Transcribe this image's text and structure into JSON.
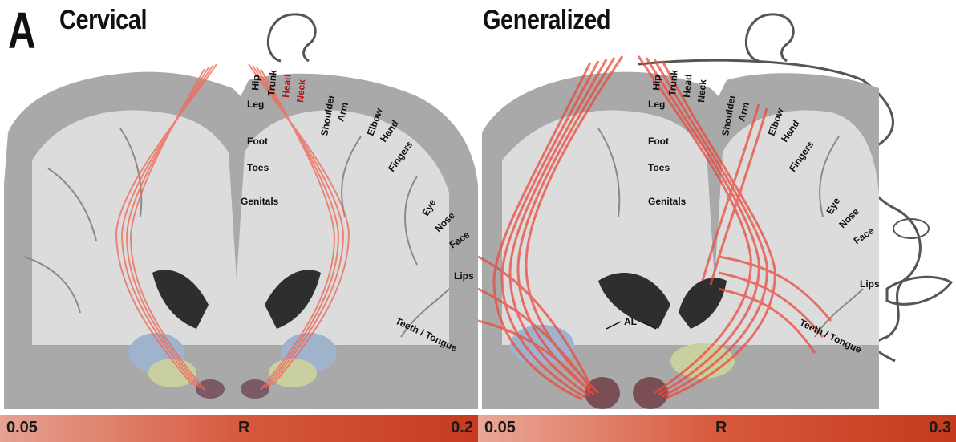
{
  "panel_letter": "A",
  "left": {
    "title": "Cervical",
    "labels": {
      "hip": "Hip",
      "trunk": "Trunk",
      "head": "Head",
      "neck": "Neck",
      "leg": "Leg",
      "shoulder": "Shoulder",
      "arm": "Arm",
      "elbow": "Elbow",
      "hand": "Hand",
      "foot": "Foot",
      "fingers": "Fingers",
      "toes": "Toes",
      "genitals": "Genitals",
      "eye": "Eye",
      "nose": "Nose",
      "face": "Face",
      "lips": "Lips",
      "teeth": "Teeth / Tongue"
    },
    "colorbar": {
      "min": "0.05",
      "label": "R",
      "max": "0.2"
    }
  },
  "right": {
    "title": "Generalized",
    "labels": {
      "hip": "Hip",
      "trunk": "Trunk",
      "head": "Head",
      "neck": "Neck",
      "leg": "Leg",
      "shoulder": "Shoulder",
      "arm": "Arm",
      "elbow": "Elbow",
      "hand": "Hand",
      "foot": "Foot",
      "fingers": "Fingers",
      "toes": "Toes",
      "genitals": "Genitals",
      "eye": "Eye",
      "nose": "Nose",
      "face": "Face",
      "lips": "Lips",
      "teeth": "Teeth / Tongue",
      "al": "AL"
    },
    "colorbar": {
      "min": "0.05",
      "label": "R",
      "max": "0.3"
    }
  },
  "colors": {
    "tract": "#e8584a",
    "tract_light": "#f5a59a",
    "gray_matter": "#9a9a9a",
    "white_matter": "#dcdcdc",
    "highlight_label": "#b01818"
  }
}
